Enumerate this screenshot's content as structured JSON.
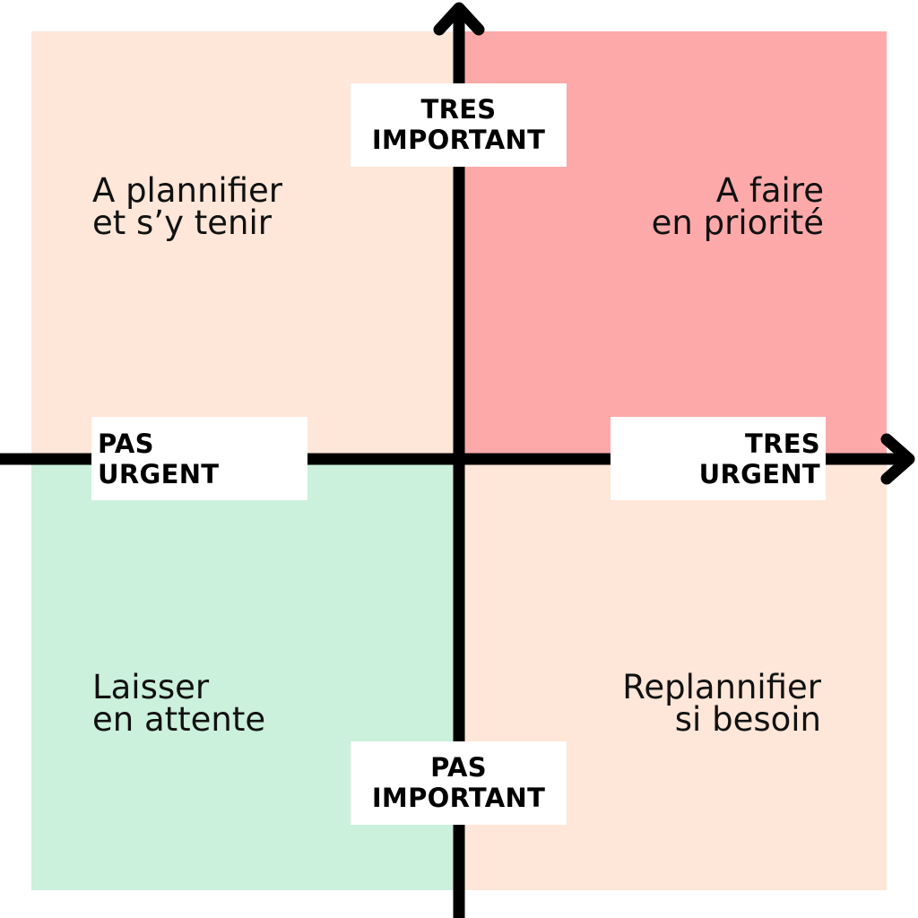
{
  "colors": {
    "top_left": "#fee6d8",
    "top_right": "#fda9aa",
    "bottom_left": "#cbf0dc",
    "bottom_right": "#fee6d8",
    "axis": "#000000",
    "label_bg": "#ffffff"
  },
  "quadrants": {
    "top_left": {
      "line1": "A plannifier",
      "line2": "et s’y tenir"
    },
    "top_right": {
      "line1": "A faire",
      "line2": "en priorité"
    },
    "bottom_left": {
      "line1": "Laisser",
      "line2": "en attente"
    },
    "bottom_right": {
      "line1": "Replannifier",
      "line2": "si besoin"
    }
  },
  "axis_labels": {
    "top": {
      "line1": "TRES",
      "line2": "IMPORTANT"
    },
    "bottom": {
      "line1": "PAS",
      "line2": "IMPORTANT"
    },
    "left": {
      "line1": "PAS",
      "line2": "URGENT"
    },
    "right": {
      "line1": "TRES",
      "line2": "URGENT"
    }
  }
}
